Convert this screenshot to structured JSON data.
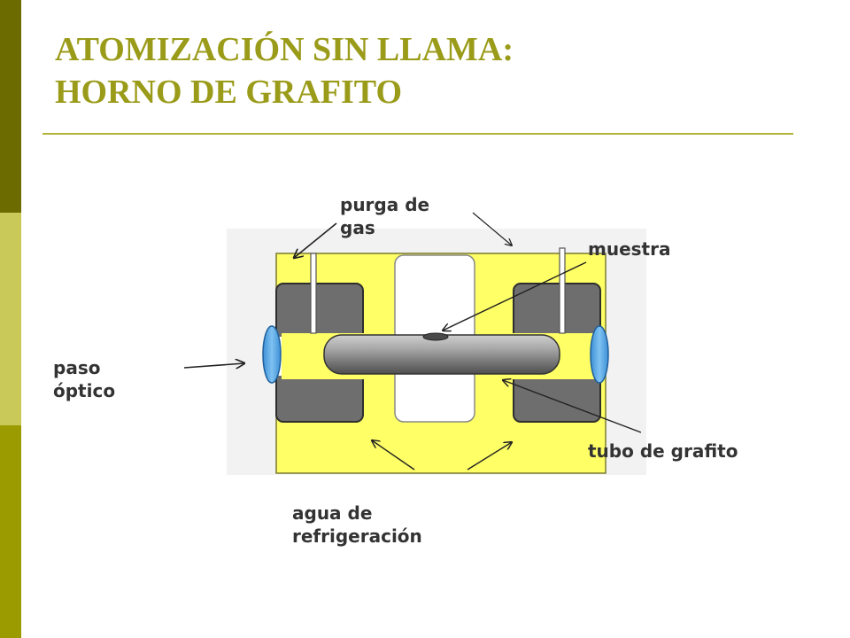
{
  "title": {
    "line1": "ATOMIZACIÓN SIN LLAMA:",
    "line2": "HORNO DE GRAFITO"
  },
  "labels": {
    "gas_purge": [
      "purga de",
      "gas"
    ],
    "sample": "muestra",
    "optical_path": [
      "paso",
      "óptico"
    ],
    "graphite_tube": "tubo de grafito",
    "cooling_water": [
      "agua de",
      "refrigeración"
    ]
  },
  "colors": {
    "sidebar_dark": "#6b6b00",
    "sidebar_light": "#c9c95a",
    "sidebar_mid": "#9b9b00",
    "title": "#9b9b1a",
    "furnace_body": "#ffff66",
    "electrode": "#6e6e6e",
    "window": "#5aa8e6",
    "tube": "#8c8c8c"
  }
}
